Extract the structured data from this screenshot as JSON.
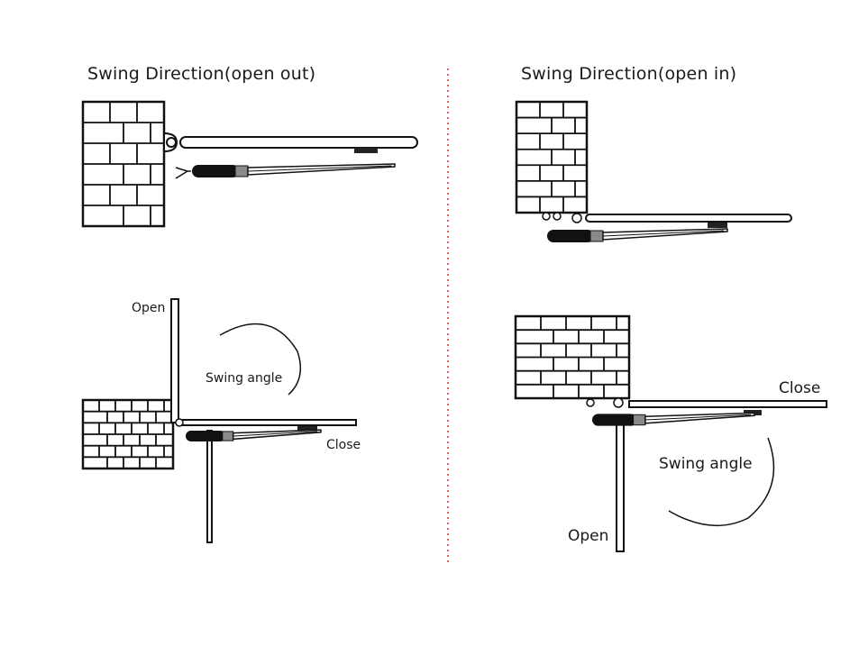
{
  "left_panel": {
    "title": "Swing Direction(open out)",
    "labels": {
      "open": "Open",
      "swing_angle": "Swing angle",
      "close": "Close"
    }
  },
  "right_panel": {
    "title": "Swing Direction(open in)",
    "labels": {
      "close": "Close",
      "swing_angle": "Swing angle",
      "open": "Open"
    }
  },
  "colors": {
    "line": "#111111",
    "divider": "#e06060",
    "sleeve": "#8a8a8a"
  }
}
